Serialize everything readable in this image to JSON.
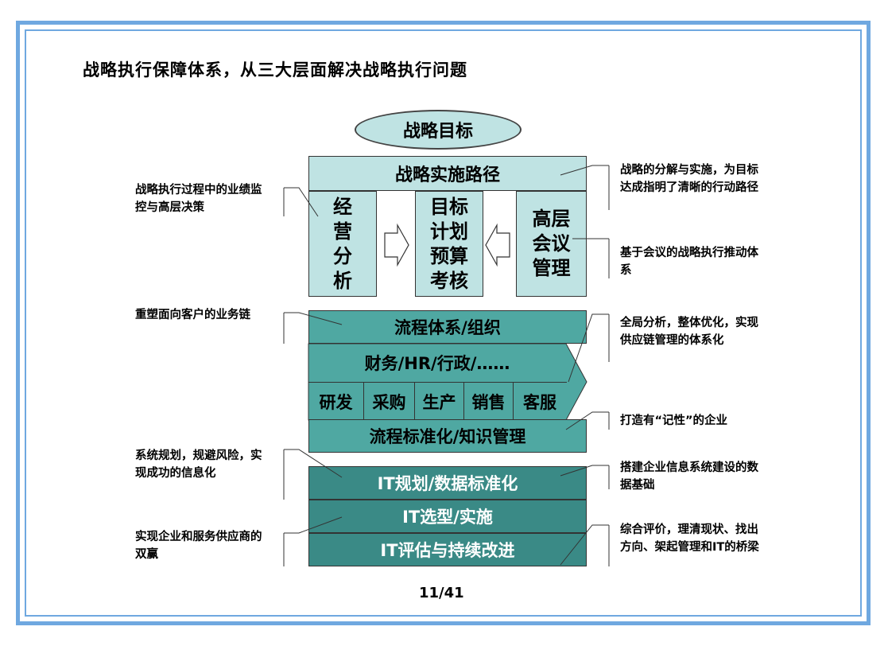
{
  "title": "战略执行保障体系，从三大层面解决战略执行问题",
  "goal": "战略目标",
  "path": "战略实施路径",
  "col_left": "经\n营\n分\n析",
  "col_mid": "目标\n计划\n预算\n考核",
  "col_right": "高层\n会议\n管理",
  "process_rows": [
    "流程体系/组织",
    "财务/HR/行政/……"
  ],
  "functions": [
    "研发",
    "采购",
    "生产",
    "销售",
    "客服"
  ],
  "standard": "流程标准化/知识管理",
  "it_rows": [
    "IT规划/数据标准化",
    "IT选型/实施",
    "IT评估与持续改进"
  ],
  "notes": {
    "left1": "战略执行过程中的业绩监控与高层决策",
    "left2": "重塑面向客户的业务链",
    "left3": "系统规划，规避风险，实现成功的信息化",
    "left4": "实现企业和服务供应商的双赢",
    "right1": "战略的分解与实施，为目标达成指明了清晰的行动路径",
    "right2": "基于会议的战略执行推动体系",
    "right3": "全局分析，整体优化，实现供应链管理的体系化",
    "right4": "打造有“记性”的企业",
    "right5": "搭建企业信息系统建设的数据基础",
    "right6": "综合评价，理清现状、找出方向、架起管理和IT的桥梁"
  },
  "page": "11/41"
}
